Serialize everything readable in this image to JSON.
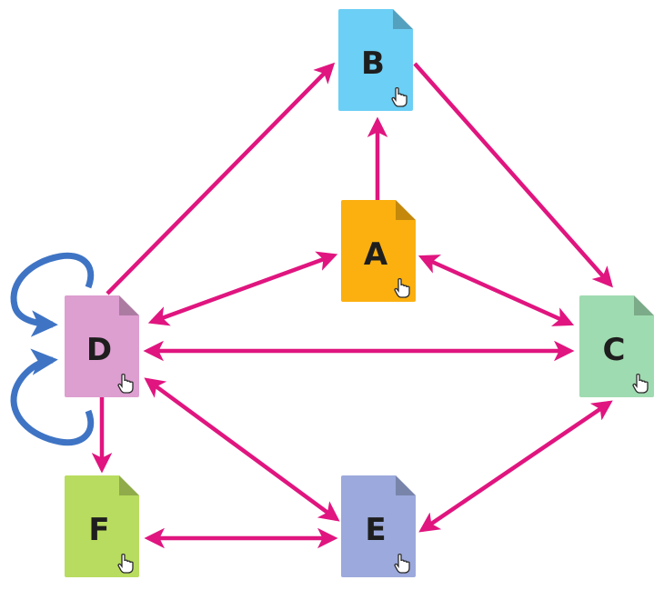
{
  "colors": {
    "edge": "#e0157f",
    "loop": "#3f74c4",
    "node_a": "#fbb010",
    "node_b": "#6ccff5",
    "node_c": "#9fdbb0",
    "node_d": "#dd9ed0",
    "node_e": "#9ca9dc",
    "node_f": "#b8dc5f"
  },
  "nodes": {
    "a": {
      "label": "A",
      "icon": "pointer-hand-icon"
    },
    "b": {
      "label": "B",
      "icon": "pointer-hand-icon"
    },
    "c": {
      "label": "C",
      "icon": "pointer-hand-icon"
    },
    "d": {
      "label": "D",
      "icon": "pointer-hand-icon"
    },
    "e": {
      "label": "E",
      "icon": "pointer-hand-icon"
    },
    "f": {
      "label": "F",
      "icon": "pointer-hand-icon"
    }
  },
  "edges": [
    {
      "from": "D",
      "to": "B",
      "direction": "forward"
    },
    {
      "from": "B",
      "to": "C",
      "direction": "forward"
    },
    {
      "from": "A",
      "to": "B",
      "direction": "forward"
    },
    {
      "from": "D",
      "to": "A",
      "direction": "both"
    },
    {
      "from": "A",
      "to": "C",
      "direction": "both"
    },
    {
      "from": "D",
      "to": "C",
      "direction": "both"
    },
    {
      "from": "D",
      "to": "E",
      "direction": "both"
    },
    {
      "from": "E",
      "to": "C",
      "direction": "both"
    },
    {
      "from": "F",
      "to": "E",
      "direction": "both"
    },
    {
      "from": "D",
      "to": "F",
      "direction": "forward"
    },
    {
      "from": "D",
      "to": "D",
      "direction": "self-loop"
    },
    {
      "from": "D",
      "to": "D",
      "direction": "self-loop"
    }
  ]
}
